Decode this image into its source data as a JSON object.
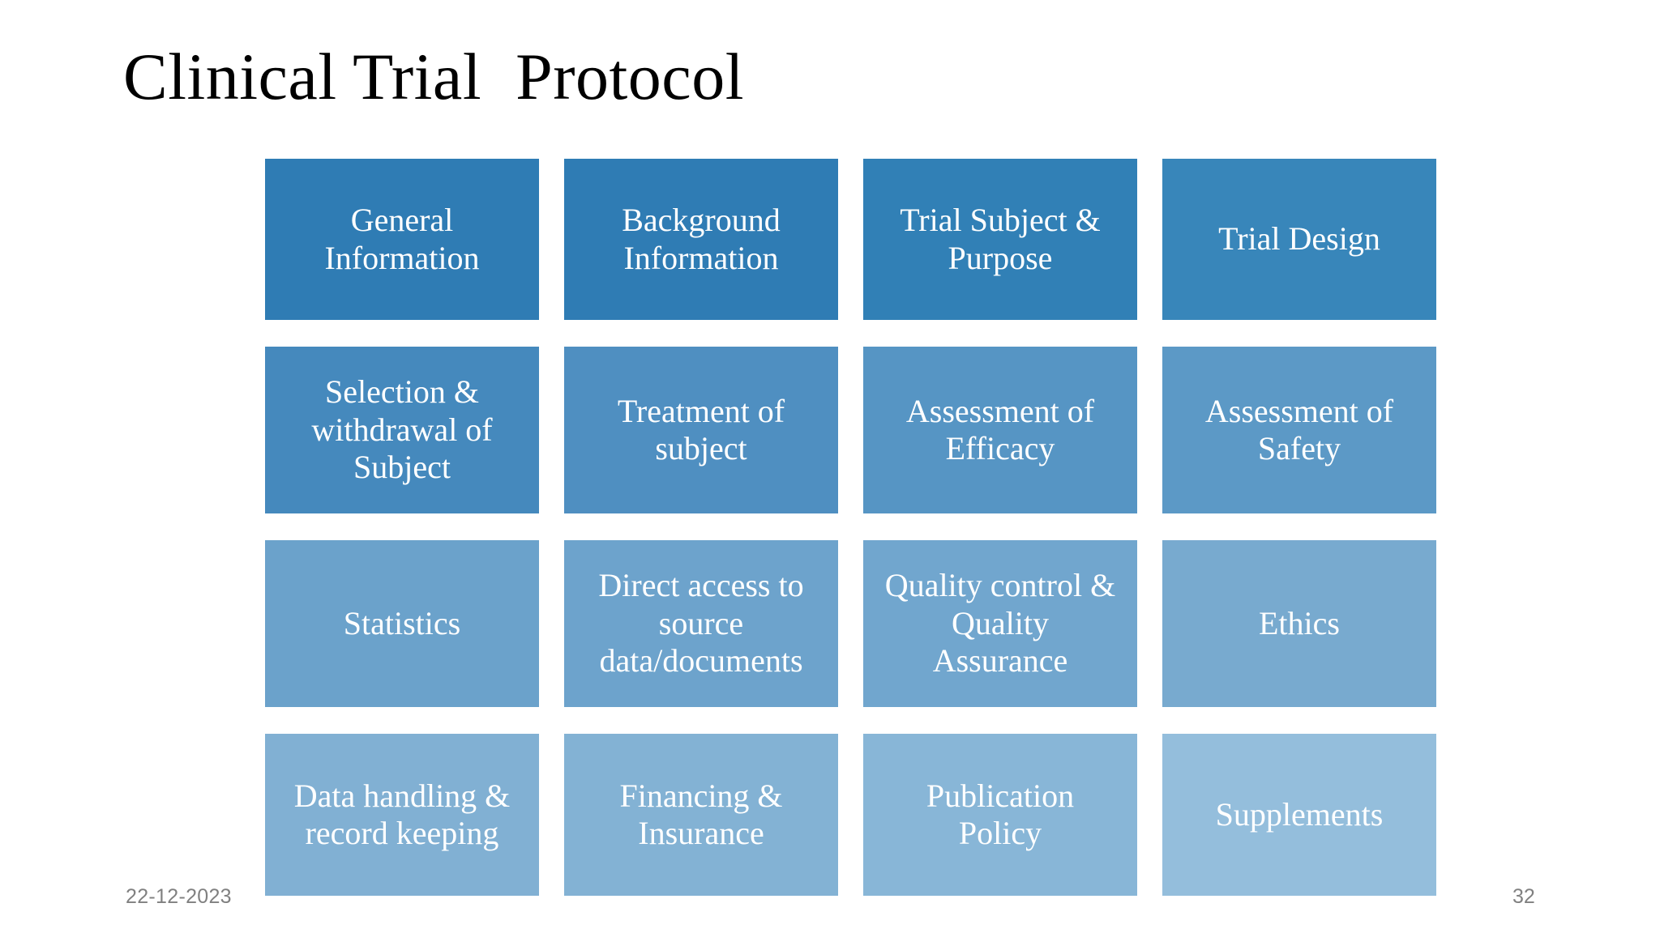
{
  "slide": {
    "title": "Clinical Trial  Protocol",
    "footer_date": "22-12-2023",
    "page_number": "32",
    "background_color": "#FFFFFF",
    "title_color": "#000000",
    "footer_text_color": "#808080"
  },
  "matrix": {
    "columns": 4,
    "rows": 4,
    "cell_text_color": "#FFFFFF",
    "row_colors": [
      "#2F7CB4",
      "#4E8DBF",
      "#6BA2CC",
      "#85B3D6"
    ],
    "cells": [
      {
        "id": "general-information",
        "label": "General\nInformation",
        "row": 1,
        "col": 1,
        "color": "#2F7CB4"
      },
      {
        "id": "background-information",
        "label": "Background\nInformation",
        "row": 1,
        "col": 2,
        "color": "#2F7CB4"
      },
      {
        "id": "trial-subject-and-purpose",
        "label": "Trial Subject &\nPurpose",
        "row": 1,
        "col": 3,
        "color": "#3180B6"
      },
      {
        "id": "trial-design",
        "label": "Trial Design",
        "row": 1,
        "col": 4,
        "color": "#3886BA"
      },
      {
        "id": "selection-withdrawal-subject",
        "label": "Selection &\nwithdrawal of\nSubject",
        "row": 2,
        "col": 1,
        "color": "#4589BD"
      },
      {
        "id": "treatment-of-subject",
        "label": "Treatment of\nsubject",
        "row": 2,
        "col": 2,
        "color": "#4F8FC1"
      },
      {
        "id": "assessment-of-efficacy",
        "label": "Assessment of\nEfficacy",
        "row": 2,
        "col": 3,
        "color": "#5695C4"
      },
      {
        "id": "assessment-of-safety",
        "label": "Assessment of\nSafety",
        "row": 2,
        "col": 4,
        "color": "#5C99C6"
      },
      {
        "id": "statistics",
        "label": "Statistics",
        "row": 3,
        "col": 1,
        "color": "#6BA2CB"
      },
      {
        "id": "direct-access-source-data",
        "label": "Direct access to\nsource\ndata/documents",
        "row": 3,
        "col": 2,
        "color": "#6DA3CC"
      },
      {
        "id": "quality-control-assurance",
        "label": "Quality control &\nQuality\nAssurance",
        "row": 3,
        "col": 3,
        "color": "#71A6CE"
      },
      {
        "id": "ethics",
        "label": "Ethics",
        "row": 3,
        "col": 4,
        "color": "#78AACF"
      },
      {
        "id": "data-handling-record-keeping",
        "label": "Data handling &\nrecord keeping",
        "row": 4,
        "col": 1,
        "color": "#81B0D3"
      },
      {
        "id": "financing-insurance",
        "label": "Financing &\nInsurance",
        "row": 4,
        "col": 2,
        "color": "#83B2D4"
      },
      {
        "id": "publication-policy",
        "label": "Publication\nPolicy",
        "row": 4,
        "col": 3,
        "color": "#88B6D7"
      },
      {
        "id": "supplements",
        "label": "Supplements",
        "row": 4,
        "col": 4,
        "color": "#94BEDC"
      }
    ]
  }
}
